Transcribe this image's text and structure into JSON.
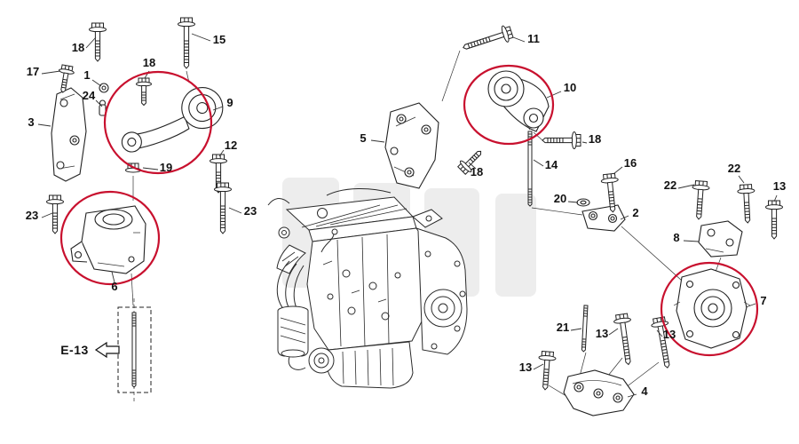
{
  "diagram": {
    "type": "exploded-parts-view",
    "subject": "engine-mounts",
    "reference_label": "E-13",
    "highlighted_callouts": [
      "9",
      "10",
      "6",
      "7"
    ],
    "colors": {
      "highlight": "#c8102e",
      "line": "#222222",
      "background": "#ffffff",
      "watermark": "#ededed"
    },
    "callouts": [
      {
        "label": "18"
      },
      {
        "label": "15"
      },
      {
        "label": "17"
      },
      {
        "label": "1"
      },
      {
        "label": "18"
      },
      {
        "label": "24"
      },
      {
        "label": "9"
      },
      {
        "label": "3"
      },
      {
        "label": "12"
      },
      {
        "label": "19"
      },
      {
        "label": "23"
      },
      {
        "label": "23"
      },
      {
        "label": "6"
      },
      {
        "label": "11"
      },
      {
        "label": "10"
      },
      {
        "label": "5"
      },
      {
        "label": "18"
      },
      {
        "label": "14"
      },
      {
        "label": "18"
      },
      {
        "label": "16"
      },
      {
        "label": "20"
      },
      {
        "label": "2"
      },
      {
        "label": "22"
      },
      {
        "label": "22"
      },
      {
        "label": "13"
      },
      {
        "label": "8"
      },
      {
        "label": "7"
      },
      {
        "label": "21"
      },
      {
        "label": "13"
      },
      {
        "label": "13"
      },
      {
        "label": "13"
      },
      {
        "label": "4"
      }
    ]
  }
}
